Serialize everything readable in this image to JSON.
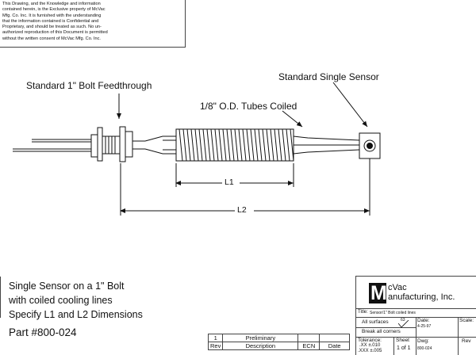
{
  "notice": {
    "lines": [
      "This Drawing, and the Knowledge and information",
      "contained herein, is the Exclusive property of McVac",
      "Mfg. Co. Inc. It is furnished with the understanding",
      "that the information contained is Confidential and",
      "Proprietary, and should be treated as such. No un-",
      "authorized reproduction of this Document is permitted",
      "without the written consent of McVac Mfg. Co. Inc."
    ]
  },
  "drawing": {
    "label_feedthrough": "Standard 1\" Bolt Feedthrough",
    "label_sensor": "Standard Single Sensor",
    "label_tubes": "1/8\" O.D. Tubes Coiled",
    "dim_l1": "L1",
    "dim_l2": "L2"
  },
  "description": {
    "line1": "Single Sensor on a 1\" Bolt",
    "line2": "with coiled cooling lines",
    "line3": "Specify L1 and L2 Dimensions",
    "part_number": "Part #800-024"
  },
  "revision": {
    "rev": "1",
    "status": "Preliminary",
    "headers": [
      "Rev",
      "Description",
      "ECN",
      "Date"
    ]
  },
  "title_block": {
    "logo_letter": "M",
    "logo_line1": "cVac",
    "logo_line2": "anufacturing, Inc.",
    "title_label": "Title:",
    "title_value": "Sensor/1\" Bolt coiled lines",
    "surfaces": "All surfaces",
    "finish_mark": "63",
    "date_label": "Date:",
    "date_value": "4-25-97",
    "scale_label": "Scale:",
    "break_corners": "Break all corners",
    "tolerance_label": "Tolerance:",
    "tol_xx": ".XX  ±.010",
    "tol_xxx": ".XXX  ±.005",
    "sheet_label": "Sheet",
    "sheet_value": "1  of  1",
    "dwg_label": "Dwg:",
    "dwg_value": "800-024",
    "rev_label": "Rev"
  }
}
